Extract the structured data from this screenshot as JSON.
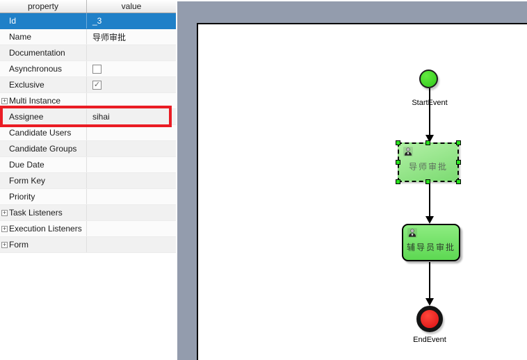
{
  "property_panel": {
    "columns": [
      "property",
      "value"
    ],
    "rows": [
      {
        "label": "Id",
        "value": "_3",
        "state": "selected"
      },
      {
        "label": "Name",
        "value": "导师审批"
      },
      {
        "label": "Documentation",
        "value": ""
      },
      {
        "label": "Asynchronous",
        "value": "",
        "checkbox": "unchecked"
      },
      {
        "label": "Exclusive",
        "value": "",
        "checkbox": "checked"
      },
      {
        "label": "Multi Instance",
        "value": "",
        "expandable": true
      },
      {
        "label": "Assignee",
        "value": "sihai",
        "highlight": "red-annotation-box"
      },
      {
        "label": "Candidate Users",
        "value": ""
      },
      {
        "label": "Candidate Groups",
        "value": ""
      },
      {
        "label": "Due Date",
        "value": ""
      },
      {
        "label": "Form Key",
        "value": ""
      },
      {
        "label": "Priority",
        "value": ""
      },
      {
        "label": "Task Listeners",
        "value": "",
        "expandable": true
      },
      {
        "label": "Execution Listeners",
        "value": "",
        "expandable": true
      },
      {
        "label": "Form",
        "value": "",
        "expandable": true
      }
    ]
  },
  "icons": {
    "plus": "+",
    "check": "✓",
    "user": "user-silhouette"
  },
  "diagram": {
    "nodes": [
      {
        "id": "start",
        "type": "start-event",
        "label": "StartEvent"
      },
      {
        "id": "task1",
        "type": "user-task",
        "label": "导师审批",
        "selected": true
      },
      {
        "id": "task2",
        "type": "user-task",
        "label": "辅导员审批"
      },
      {
        "id": "end",
        "type": "end-event",
        "label": "EndEvent"
      }
    ],
    "flows": [
      {
        "from": "start",
        "to": "task1"
      },
      {
        "from": "task1",
        "to": "task2"
      },
      {
        "from": "task2",
        "to": "end"
      }
    ]
  },
  "colors": {
    "selection_blue": "#1f80c8",
    "annotation_red": "#ea1c24",
    "canvas_gray": "#939cad",
    "task_green": "#6fe463",
    "start_event_green": "#3fd425",
    "end_event_red": "#e01a1d",
    "selection_handle_green": "#2ae01f"
  }
}
